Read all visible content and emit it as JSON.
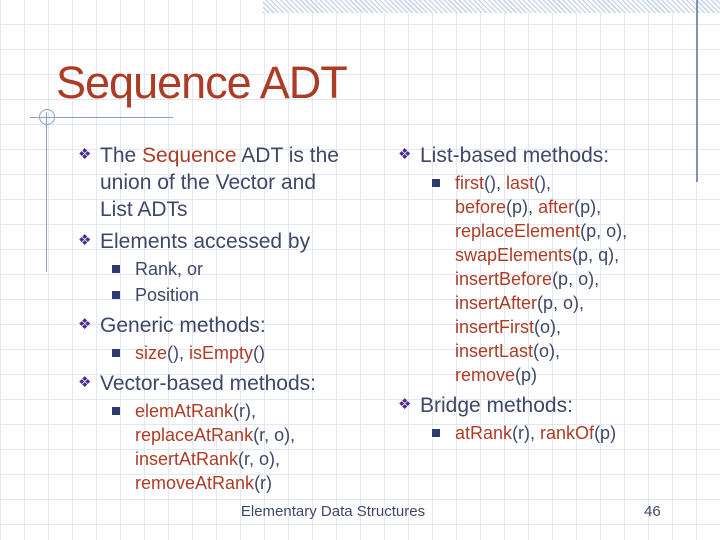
{
  "slide": {
    "title": "Sequence ADT",
    "footer": {
      "center": "Elementary Data Structures",
      "page": "46"
    }
  },
  "colors": {
    "accent_red": "#ad3c26",
    "body_text": "#3f4768",
    "bullet_purple": "#4b2b8e",
    "bullet_navy": "#2f3a6e",
    "decor_line": "#8ba1c4",
    "grid_line": "#e2e7f0",
    "hatch_band": "#c9d6ea"
  },
  "icons": {
    "diamond_bullet": "❖"
  },
  "left": {
    "items": [
      {
        "level": 1,
        "lines": [
          [
            {
              "t": "The ",
              "r": false
            },
            {
              "t": "Sequence",
              "r": true
            },
            {
              "t": " ADT is the",
              "r": false
            }
          ],
          [
            {
              "t": "union of the Vector and",
              "r": false
            }
          ],
          [
            {
              "t": "List ADTs",
              "r": false
            }
          ]
        ]
      },
      {
        "level": 1,
        "lines": [
          [
            {
              "t": "Elements accessed by",
              "r": false
            }
          ]
        ]
      },
      {
        "level": 2,
        "lines": [
          [
            {
              "t": "Rank, or",
              "r": false
            }
          ]
        ]
      },
      {
        "level": 2,
        "lines": [
          [
            {
              "t": "Position",
              "r": false
            }
          ]
        ]
      },
      {
        "level": 1,
        "lines": [
          [
            {
              "t": "Generic methods:",
              "r": false
            }
          ]
        ]
      },
      {
        "level": 2,
        "lines": [
          [
            {
              "t": "size",
              "r": true
            },
            {
              "t": "(), ",
              "r": false
            },
            {
              "t": "isEmpty",
              "r": true
            },
            {
              "t": "()",
              "r": false
            }
          ]
        ]
      },
      {
        "level": 1,
        "lines": [
          [
            {
              "t": "Vector-based methods:",
              "r": false
            }
          ]
        ]
      },
      {
        "level": 2,
        "lines": [
          [
            {
              "t": "elemAtRank",
              "r": true
            },
            {
              "t": "(r),",
              "r": false
            }
          ],
          [
            {
              "t": "replaceAtRank",
              "r": true
            },
            {
              "t": "(r, o),",
              "r": false
            }
          ],
          [
            {
              "t": "insertAtRank",
              "r": true
            },
            {
              "t": "(r, o),",
              "r": false
            }
          ],
          [
            {
              "t": "removeAtRank",
              "r": true
            },
            {
              "t": "(r)",
              "r": false
            }
          ]
        ]
      }
    ]
  },
  "right": {
    "items": [
      {
        "level": 1,
        "lines": [
          [
            {
              "t": "List-based methods:",
              "r": false
            }
          ]
        ]
      },
      {
        "level": 2,
        "lines": [
          [
            {
              "t": "first",
              "r": true
            },
            {
              "t": "(), ",
              "r": false
            },
            {
              "t": "last",
              "r": true
            },
            {
              "t": "(),",
              "r": false
            }
          ],
          [
            {
              "t": "before",
              "r": true
            },
            {
              "t": "(p), ",
              "r": false
            },
            {
              "t": "after",
              "r": true
            },
            {
              "t": "(p),",
              "r": false
            }
          ],
          [
            {
              "t": "replaceElement",
              "r": true
            },
            {
              "t": "(p, o),",
              "r": false
            }
          ],
          [
            {
              "t": "swapElements",
              "r": true
            },
            {
              "t": "(p, q),",
              "r": false
            }
          ],
          [
            {
              "t": "insertBefore",
              "r": true
            },
            {
              "t": "(p, o),",
              "r": false
            }
          ],
          [
            {
              "t": "insertAfter",
              "r": true
            },
            {
              "t": "(p, o),",
              "r": false
            }
          ],
          [
            {
              "t": "insertFirst",
              "r": true
            },
            {
              "t": "(o),",
              "r": false
            }
          ],
          [
            {
              "t": "insertLast",
              "r": true
            },
            {
              "t": "(o),",
              "r": false
            }
          ],
          [
            {
              "t": "remove",
              "r": true
            },
            {
              "t": "(p)",
              "r": false
            }
          ]
        ]
      },
      {
        "level": 1,
        "lines": [
          [
            {
              "t": "Bridge methods:",
              "r": false
            }
          ]
        ]
      },
      {
        "level": 2,
        "lines": [
          [
            {
              "t": "atRank",
              "r": true
            },
            {
              "t": "(r), ",
              "r": false
            },
            {
              "t": "rankOf",
              "r": true
            },
            {
              "t": "(p)",
              "r": false
            }
          ]
        ]
      }
    ]
  }
}
